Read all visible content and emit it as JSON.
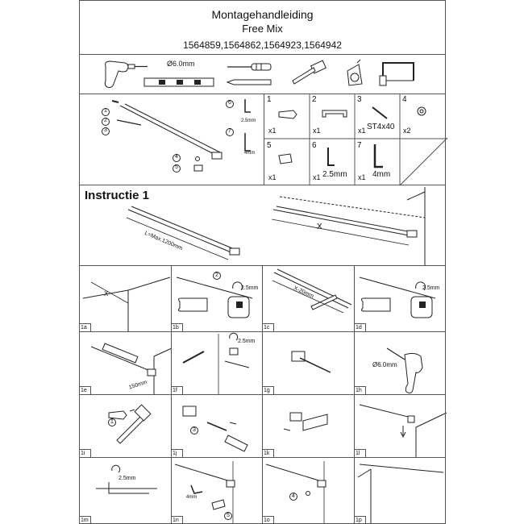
{
  "header": {
    "title": "Montagehandleiding",
    "subtitle": "Free Mix",
    "article_numbers": "1564859,1564862,1564923,1564942"
  },
  "tools": {
    "drill_bit": "Ø6.0mm",
    "icons": [
      "drill-icon",
      "screwdriver-icon",
      "spirit-level-icon",
      "pencil-icon",
      "hammer-icon",
      "tape-measure-icon",
      "hacksaw-icon"
    ]
  },
  "overview": {
    "callouts": [
      "1",
      "2",
      "3",
      "4",
      "5",
      "6",
      "7"
    ],
    "key6": "2.5mm",
    "key7": "4mm"
  },
  "parts": [
    {
      "num": "1",
      "qty": "x1"
    },
    {
      "num": "2",
      "qty": "x1"
    },
    {
      "num": "3",
      "qty": "x1",
      "label": "ST4x40"
    },
    {
      "num": "4",
      "qty": "x2"
    },
    {
      "num": "5",
      "qty": "x1"
    },
    {
      "num": "6",
      "qty": "x1",
      "label": "2.5mm"
    },
    {
      "num": "7",
      "qty": "x1",
      "label": "4mm"
    }
  ],
  "instruction": {
    "title": "Instructie 1",
    "length_label": "L=Max.1200mm",
    "x_label": "X"
  },
  "steps": {
    "s1a": {
      "label": "1a",
      "x": "X"
    },
    "s1b": {
      "label": "1b",
      "callout": "2",
      "key": "2.5mm"
    },
    "s1c": {
      "label": "1c",
      "dim": "X-20mm"
    },
    "s1d": {
      "label": "1d",
      "key": "2.5mm"
    },
    "s1e": {
      "label": "1e",
      "dim": "150mm"
    },
    "s1f": {
      "label": "1f",
      "key": "2.5mm"
    },
    "s1g": {
      "label": "1g"
    },
    "s1h": {
      "label": "1h",
      "drill": "Ø6.0mm"
    },
    "s1i": {
      "label": "1i",
      "callout": "1"
    },
    "s1j": {
      "label": "1j",
      "callout": "3"
    },
    "s1k": {
      "label": "1k"
    },
    "s1l": {
      "label": "1l"
    },
    "s1m": {
      "label": "1m",
      "key": "2.5mm"
    },
    "s1n": {
      "label": "1n",
      "key": "4mm",
      "callout": "5"
    },
    "s1o": {
      "label": "1o",
      "callout": "4"
    },
    "s1p": {
      "label": "1p"
    }
  }
}
